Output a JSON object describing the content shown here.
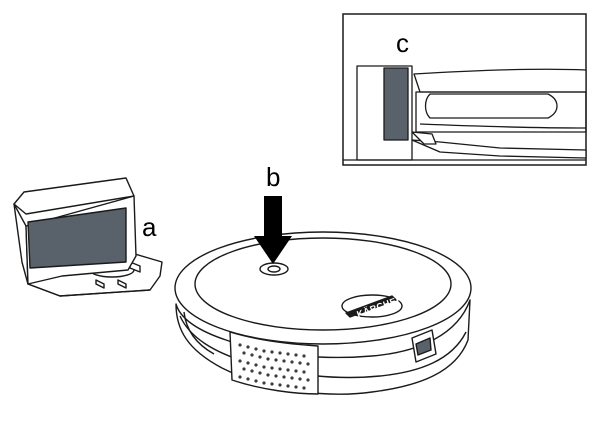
{
  "labels": {
    "a": "a",
    "b": "b",
    "c": "c"
  },
  "brand_logo_text": "KÄRCHER",
  "colors": {
    "stroke": "#1a1a1a",
    "panel": "#59626b",
    "fill": "#ffffff",
    "arrow": "#000000"
  }
}
